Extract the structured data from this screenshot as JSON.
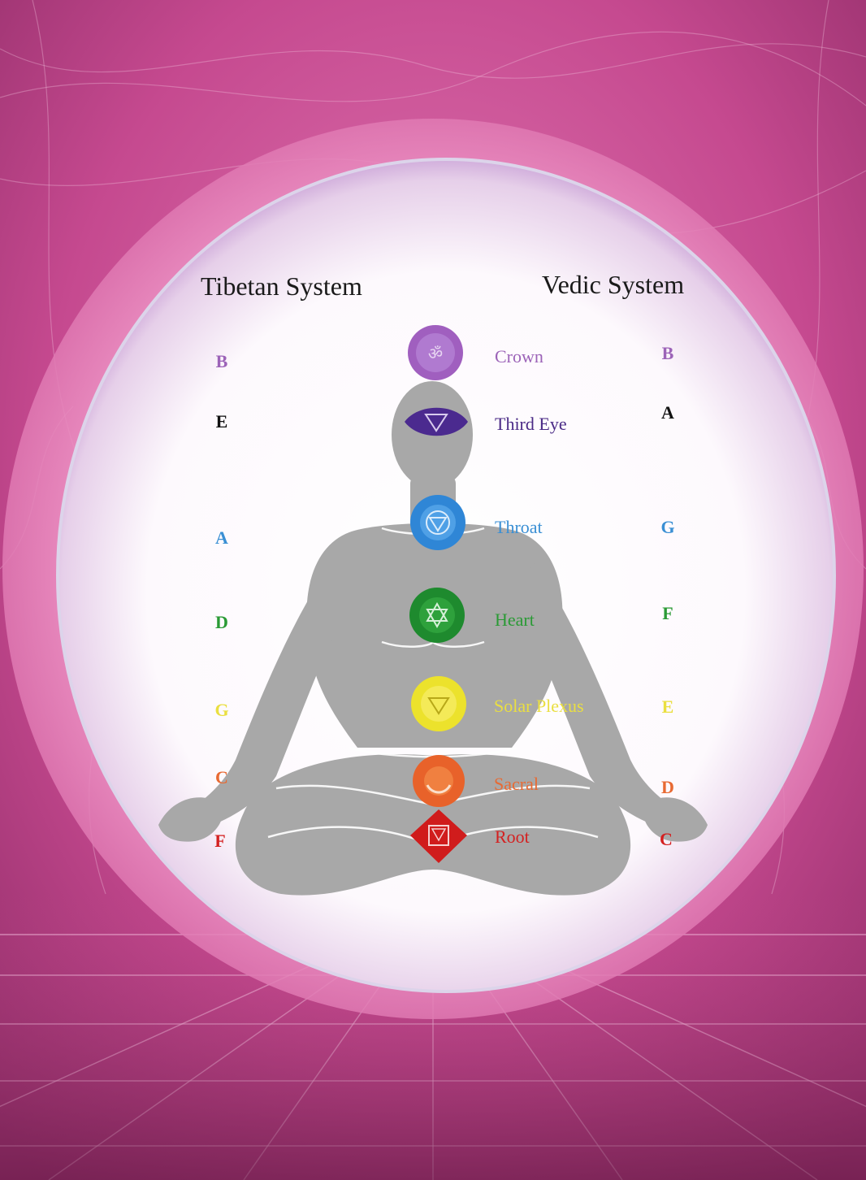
{
  "headings": {
    "tibetan": "Tibetan System",
    "vedic": "Vedic System"
  },
  "chakras": [
    {
      "id": "crown",
      "name": "Crown",
      "tibetan_note": "B",
      "vedic_note": "B",
      "color": "#a05fbf",
      "text_color": "#9c63b8",
      "symbol": "om"
    },
    {
      "id": "third-eye",
      "name": "Third Eye",
      "tibetan_note": "E",
      "vedic_note": "A",
      "color": "#4b2a8f",
      "text_color": "#4a2a86",
      "tibetan_color": "#111111",
      "vedic_color": "#111111",
      "symbol": "triangle"
    },
    {
      "id": "throat",
      "name": "Throat",
      "tibetan_note": "A",
      "vedic_note": "G",
      "color": "#2f86d6",
      "text_color": "#3a8fd4",
      "symbol": "triangle-circle"
    },
    {
      "id": "heart",
      "name": "Heart",
      "tibetan_note": "D",
      "vedic_note": "F",
      "color": "#1e8a2e",
      "text_color": "#2a9a35",
      "symbol": "hexagram"
    },
    {
      "id": "solar-plexus",
      "name": "Solar Plexus",
      "tibetan_note": "G",
      "vedic_note": "E",
      "color": "#ece22c",
      "text_color": "#eadf40",
      "symbol": "triangle"
    },
    {
      "id": "sacral",
      "name": "Sacral",
      "tibetan_note": "C",
      "vedic_note": "D",
      "color": "#e8622a",
      "text_color": "#e86a33",
      "symbol": "crescent"
    },
    {
      "id": "root",
      "name": "Root",
      "tibetan_note": "F",
      "vedic_note": "C",
      "color": "#d01c1c",
      "text_color": "#d42020",
      "symbol": "square"
    }
  ],
  "colors": {
    "background": "#b23a82",
    "outer_ring": "#ea90c3",
    "inner_circle": "#ffffff",
    "inner_rim": "#b887cc",
    "silhouette": "#a8a8a8"
  }
}
